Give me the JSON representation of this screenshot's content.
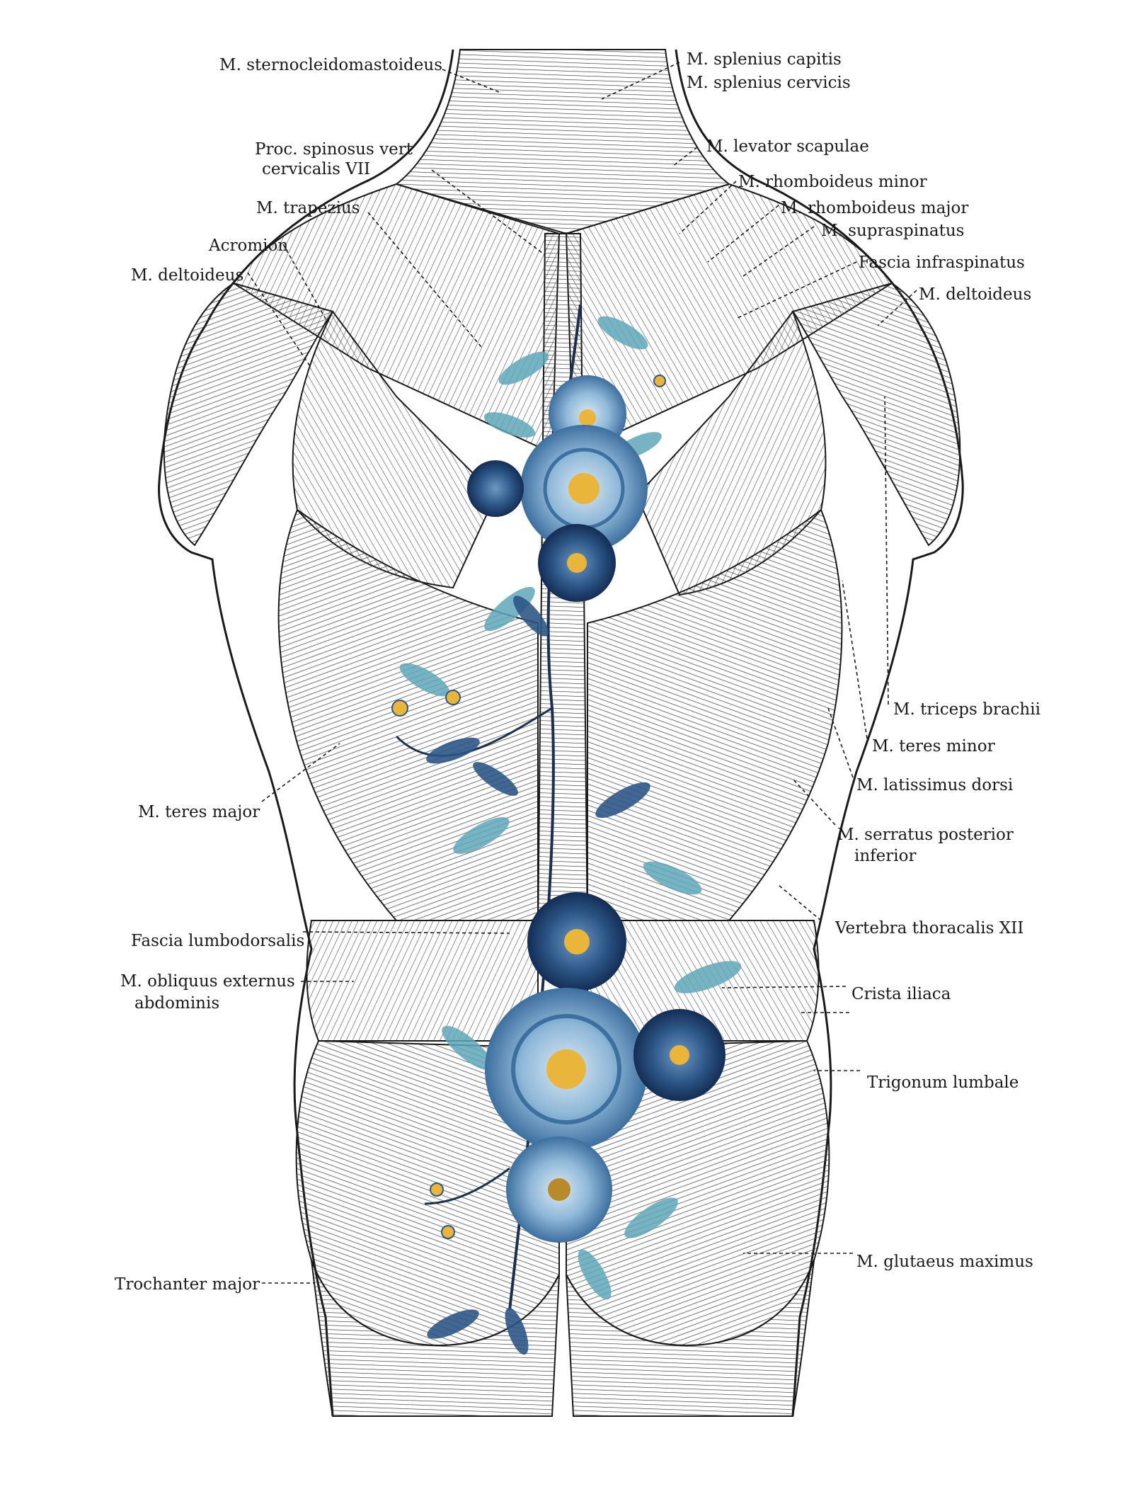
{
  "labels": {
    "sternocleidomastoideus": "M. sternocleidomastoideus",
    "splenius_capitis": "M. splenius capitis",
    "splenius_cervicis": "M. splenius cervicis",
    "levator_scapulae": "M. levator scapulae",
    "proc_spinosus_1": "Proc. spinosus vert",
    "proc_spinosus_2": "cervicalis VII",
    "rhomboideus_minor": "M. rhomboideus minor",
    "trapezius": "M. trapezius",
    "rhomboideus_major": "M. rhomboideus major",
    "supraspinatus": "M. supraspinatus",
    "acromion": "Acromion",
    "deltoideus_left": "M. deltoideus",
    "fascia_infraspinatus": "Fascia  infraspinatus",
    "deltoideus_right": "M. deltoideus",
    "triceps_brachii": "M. triceps brachii",
    "teres_minor": "M. teres minor",
    "latissimus_dorsi": "M. latissimus dorsi",
    "teres_major": "M. teres major",
    "serratus_1": "M. serratus posterior",
    "serratus_2": "inferior",
    "vertebra_thoracalis": "Vertebra thoracalis XII",
    "fascia_lumbodorsalis": "Fascia lumbodorsalis",
    "obliquus_1": "M. obliquus  externus",
    "obliquus_2": "abdominis",
    "crista_iliaca": "Crista iliaca",
    "trigonum_lumbale": "Trigonum lumbale",
    "glutaeus_maximus": "M. glutaeus maximus",
    "trochanter_major": "Trochanter major"
  },
  "colors": {
    "ink": "#1a1a1a",
    "hatch": "#3a3a3a",
    "flower_light": "#9cc3de",
    "flower_mid": "#4f86b5",
    "flower_dark": "#1f3f70",
    "leaf_teal": "#5fa7b9",
    "center_yellow": "#e9b53a"
  }
}
